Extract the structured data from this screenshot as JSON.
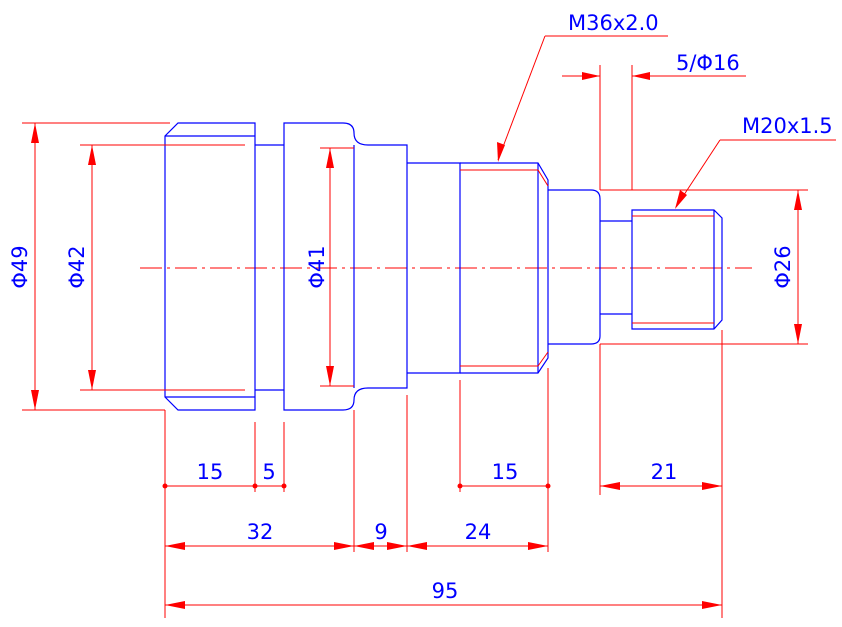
{
  "colors": {
    "part": "#0000ff",
    "dimension": "#ff0000",
    "text": "#0000ff"
  },
  "labels": {
    "dia49": "Φ49",
    "dia42": "Φ42",
    "dia41": "Φ41",
    "dia26": "Φ26",
    "thread_m36": "M36x2.0",
    "thread_m20": "M20x1.5",
    "groove": "5/Φ16",
    "len15a": "15",
    "len5": "5",
    "len32": "32",
    "len9": "9",
    "len24": "24",
    "len15b": "15",
    "len21": "21",
    "len95": "95"
  }
}
